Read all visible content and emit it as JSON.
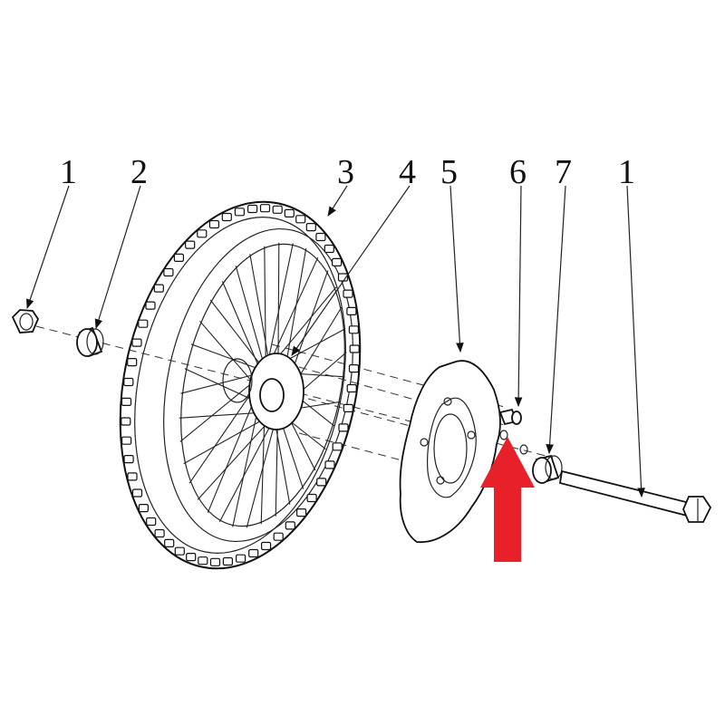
{
  "diagram": {
    "callouts": [
      {
        "id": "c1a",
        "label": "1",
        "part": "axle-nut"
      },
      {
        "id": "c2",
        "label": "2",
        "part": "spacer-left"
      },
      {
        "id": "c3",
        "label": "3",
        "part": "tire"
      },
      {
        "id": "c4",
        "label": "4",
        "part": "wheel-hub"
      },
      {
        "id": "c5",
        "label": "5",
        "part": "brake-disc"
      },
      {
        "id": "c6",
        "label": "6",
        "part": "disc-bolt"
      },
      {
        "id": "c7",
        "label": "7",
        "part": "spacer-right"
      },
      {
        "id": "c1b",
        "label": "1",
        "part": "axle-bolt"
      }
    ],
    "highlight_arrow_color": "#e8202a",
    "line_color": "#111111"
  }
}
